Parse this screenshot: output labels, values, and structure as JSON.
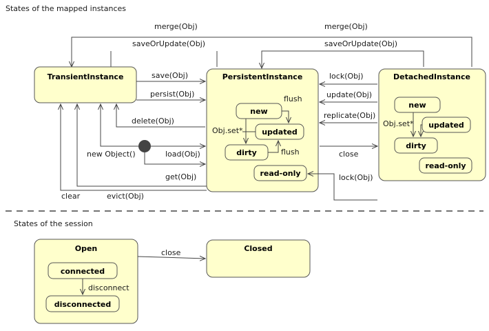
{
  "sections": [
    {
      "id": "mapped-instances",
      "title": "States of the mapped instances"
    },
    {
      "id": "session",
      "title": "States of the session"
    }
  ],
  "mapped_instances": {
    "states": [
      {
        "id": "transient",
        "label": "TransientInstance",
        "substates": []
      },
      {
        "id": "persistent",
        "label": "PersistentInstance",
        "substates": [
          {
            "id": "p-new",
            "label": "new"
          },
          {
            "id": "p-updated",
            "label": "updated"
          },
          {
            "id": "p-dirty",
            "label": "dirty"
          },
          {
            "id": "p-readonly",
            "label": "read-only"
          }
        ]
      },
      {
        "id": "detached",
        "label": "DetachedInstance",
        "substates": [
          {
            "id": "d-new",
            "label": "new"
          },
          {
            "id": "d-updated",
            "label": "updated"
          },
          {
            "id": "d-dirty",
            "label": "dirty"
          },
          {
            "id": "d-readonly",
            "label": "read-only"
          }
        ]
      }
    ],
    "transitions": [
      {
        "id": "merge-left",
        "label": "merge(Obj)"
      },
      {
        "id": "merge-right",
        "label": "merge(Obj)"
      },
      {
        "id": "saveorupdate-left",
        "label": "saveOrUpdate(Obj)"
      },
      {
        "id": "saveorupdate-right",
        "label": "saveOrUpdate(Obj)"
      },
      {
        "id": "save",
        "label": "save(Obj)"
      },
      {
        "id": "persist",
        "label": "persist(Obj)"
      },
      {
        "id": "delete",
        "label": "delete(Obj)"
      },
      {
        "id": "new-object",
        "label": "new Object()"
      },
      {
        "id": "load",
        "label": "load(Obj)"
      },
      {
        "id": "get",
        "label": "get(Obj)"
      },
      {
        "id": "clear",
        "label": "clear"
      },
      {
        "id": "evict",
        "label": "evict(Obj)"
      },
      {
        "id": "lock-top",
        "label": "lock(Obj)"
      },
      {
        "id": "update",
        "label": "update(Obj)"
      },
      {
        "id": "replicate",
        "label": "replicate(Obj)"
      },
      {
        "id": "close",
        "label": "close"
      },
      {
        "id": "lock-bottom",
        "label": "lock(Obj)"
      },
      {
        "id": "p-flush-top",
        "label": "flush"
      },
      {
        "id": "p-flush-bottom",
        "label": "flush"
      },
      {
        "id": "p-objset",
        "label": "Obj.set*"
      },
      {
        "id": "d-objset",
        "label": "Obj.set*"
      }
    ]
  },
  "session": {
    "states": [
      {
        "id": "open",
        "label": "Open",
        "substates": [
          {
            "id": "connected",
            "label": "connected"
          },
          {
            "id": "disconnected",
            "label": "disconnected"
          }
        ]
      },
      {
        "id": "closed",
        "label": "Closed",
        "substates": []
      }
    ],
    "transitions": [
      {
        "id": "session-close",
        "label": "close"
      },
      {
        "id": "session-disconnect",
        "label": "disconnect"
      }
    ]
  },
  "colors": {
    "state_fill": "#ffffcc",
    "state_stroke": "#555555",
    "line": "#444444",
    "text": "#1a1a1a",
    "initial_node": "#434343",
    "background": "#ffffff"
  }
}
